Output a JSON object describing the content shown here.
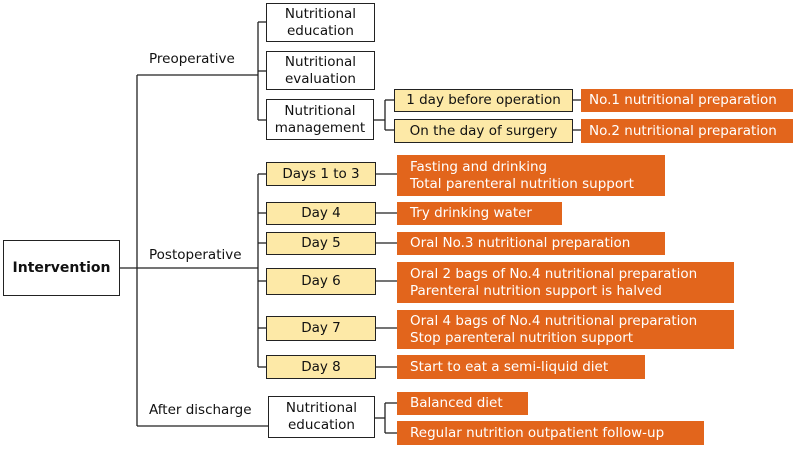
{
  "root": "Intervention",
  "phases": {
    "preoperative": "Preoperative",
    "postoperative": "Postoperative",
    "after_discharge": "After discharge"
  },
  "pre": {
    "education": [
      "Nutritional",
      "education"
    ],
    "evaluation": [
      "Nutritional",
      "evaluation"
    ],
    "management": [
      "Nutritional",
      "management"
    ],
    "day_before": "1 day before operation",
    "day_of": "On the day of surgery",
    "prep1": "No.1 nutritional preparation",
    "prep2": "No.2 nutritional preparation"
  },
  "post": {
    "days1_3": "Days 1 to 3",
    "days1_3_action": [
      "Fasting and drinking",
      "Total parenteral nutrition support"
    ],
    "day4": "Day 4",
    "day4_action": "Try drinking water",
    "day5": "Day 5",
    "day5_action": "Oral No.3 nutritional preparation",
    "day6": "Day 6",
    "day6_action": [
      "Oral 2 bags of No.4 nutritional preparation",
      "Parenteral nutrition support is halved"
    ],
    "day7": "Day 7",
    "day7_action": [
      "Oral 4 bags of No.4 nutritional preparation",
      "Stop parenteral nutrition support"
    ],
    "day8": "Day 8",
    "day8_action": "Start to eat a semi-liquid diet"
  },
  "after": {
    "education": [
      "Nutritional",
      "education"
    ],
    "balanced": "Balanced diet",
    "followup": "Regular nutrition outpatient follow-up"
  },
  "colors": {
    "action": "#e2651c",
    "day": "#fde9a7",
    "line": "#222222"
  }
}
